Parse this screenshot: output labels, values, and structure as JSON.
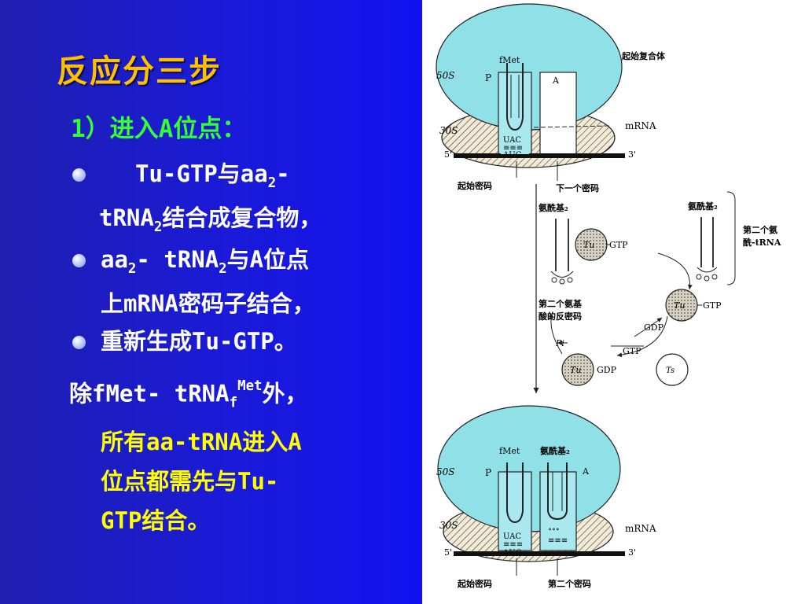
{
  "title": "反应分三步",
  "subtitle": "1）进入A位点：",
  "bullets": {
    "b1_line1": "Tu-GTP与aa",
    "b1_sub": "2",
    "b1_dash": "-",
    "b1_line2": "tRNA",
    "b1_sub2": "2",
    "b1_rest": "结合成复合物，",
    "b2_part1": "aa",
    "b2_sub": "2",
    "b2_part2": "- tRNA",
    "b2_sub2": "2",
    "b2_part3": "与A位点",
    "b2_line2": "上mRNA密码子结合，",
    "b3": "重新生成Tu-GTP。"
  },
  "note": {
    "part1": "除fMet- tRNA",
    "sub": "f",
    "sup": "Met",
    "part2": "外，",
    "yellow1": "所有aa-tRNA进入A",
    "yellow2": "位点都需先与Tu-",
    "yellow3": "GTP结合。"
  },
  "diagram": {
    "top": {
      "complex_label": "起始复合体",
      "fmet": "fMet",
      "sub50": "50S",
      "sub30": "30S",
      "p_site": "P",
      "a_site": "A",
      "mrna": "mRNA",
      "five": "5'",
      "three": "3'",
      "anticodon": "UAC",
      "codon": "AUG",
      "start_codon": "起始密码",
      "next_codon": "下一个密码"
    },
    "cycle": {
      "aminoacyl_left": "氨酰基₂",
      "aminoacyl_right": "氨酰基₂",
      "second_trna": "第二个氨",
      "second_trna2": "酰-tRNA",
      "tu": "Tu",
      "gtp": "GTP",
      "gdp": "GDP",
      "pi": "Pi",
      "ts": "Ts",
      "anticodon_label1": "第二个氨基",
      "anticodon_label2": "酸的反密码"
    },
    "bottom": {
      "fmet": "fMet",
      "aminoacyl": "氨酰基₂",
      "sub50": "50S",
      "sub30": "30S",
      "p_site": "P",
      "a_site": "A",
      "mrna": "mRNA",
      "five": "5'",
      "three": "3'",
      "anticodon": "UAC",
      "codon": "AUG",
      "start_codon": "起始密码",
      "second_codon": "第二个密码"
    }
  }
}
